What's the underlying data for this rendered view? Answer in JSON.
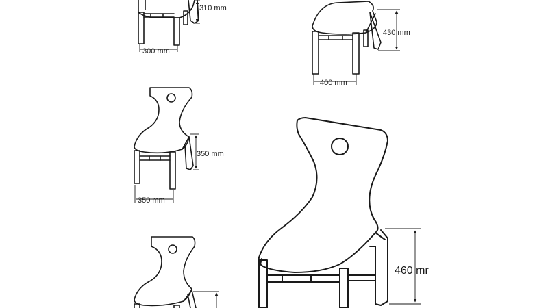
{
  "chairs": [
    {
      "size": "small",
      "width_label": "300 mm",
      "height_label": "310 mm"
    },
    {
      "size": "medium-large",
      "width_label": "400 mm",
      "height_label": "430 mm"
    },
    {
      "size": "medium",
      "width_label": "350 mm",
      "height_label": "350 mm"
    },
    {
      "size": "small-lower",
      "width_label": "",
      "height_label": ""
    },
    {
      "size": "large",
      "width_label": "",
      "height_label": "460 mr"
    }
  ],
  "colors": {
    "line": "#1a1a1a",
    "background": "#ffffff"
  }
}
